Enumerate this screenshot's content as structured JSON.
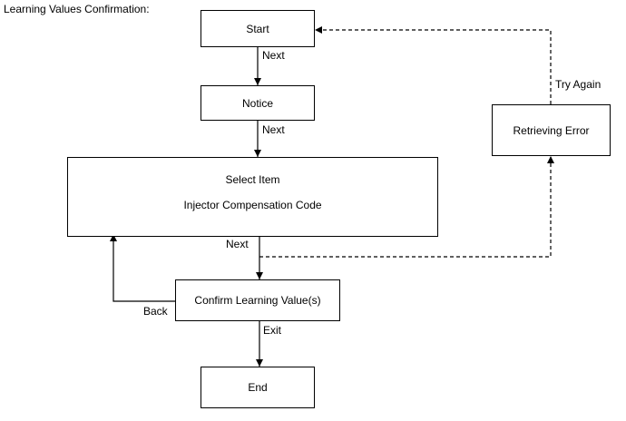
{
  "title": "Learning Values Confirmation:",
  "nodes": {
    "start": "Start",
    "notice": "Notice",
    "select_item": {
      "line1": "Select Item",
      "line2": "Injector Compensation Code"
    },
    "confirm": "Confirm Learning Value(s)",
    "end": "End",
    "retrieving_error": "Retrieving Error"
  },
  "edges": {
    "start_to_notice": "Next",
    "notice_to_select": "Next",
    "select_to_confirm": "Next",
    "confirm_back": "Back",
    "confirm_to_end": "Exit",
    "try_again": "Try Again"
  }
}
